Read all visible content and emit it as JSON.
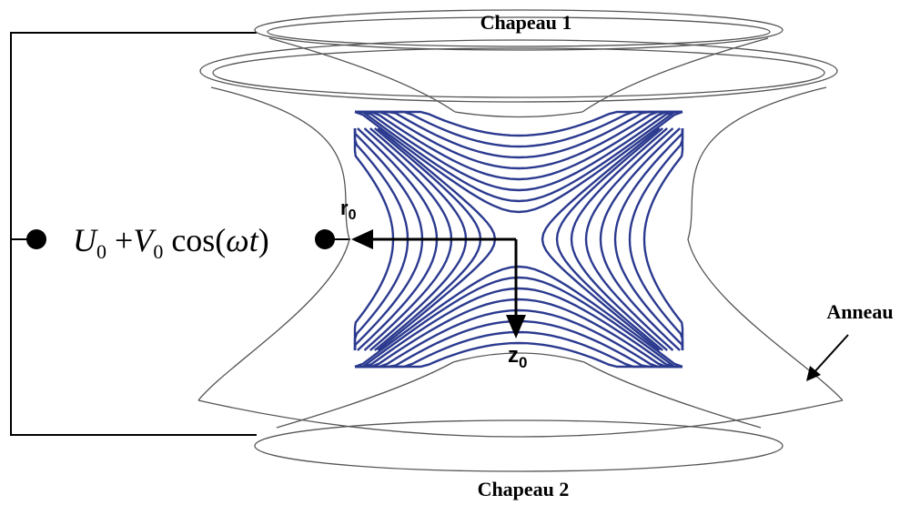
{
  "labels": {
    "cap_top": "Chapeau 1",
    "cap_bottom": "Chapeau 2",
    "ring": "Anneau",
    "r_symbol": "r",
    "r_subscript": "0",
    "z_symbol": "z",
    "z_subscript": "0"
  },
  "formula": {
    "u": "U",
    "u_sub": "0",
    "plus": " +",
    "v": "V",
    "v_sub": "0",
    "cos": " cos(",
    "omega_t": "ωt",
    "close": ")"
  },
  "colors": {
    "field_lines": "#2b3a8f",
    "outline": "#555555",
    "wire": "#000000"
  }
}
